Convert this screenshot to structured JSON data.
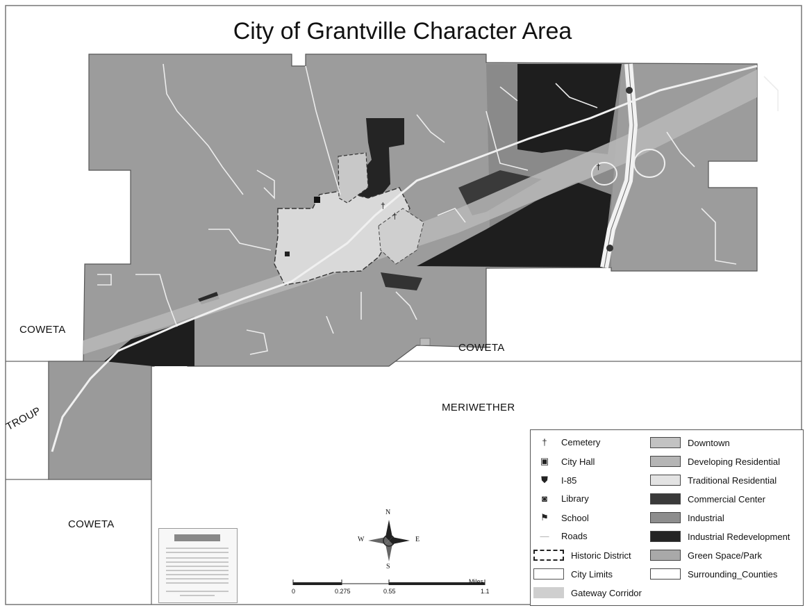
{
  "title": "City of Grantville Character Area",
  "counties": {
    "coweta_west": "COWETA",
    "coweta_center": "COWETA",
    "coweta_south": "COWETA",
    "troup": "TROUP",
    "meriwether": "MERIWETHER"
  },
  "legend": {
    "points": [
      {
        "label": "Cemetery",
        "icon": "cemetery-icon",
        "glyph": "†"
      },
      {
        "label": "City Hall",
        "icon": "city-hall-icon",
        "glyph": "▣"
      },
      {
        "label": "I-85",
        "icon": "interstate-shield-icon",
        "glyph": "⛊"
      },
      {
        "label": "Library",
        "icon": "library-icon",
        "glyph": "◙"
      },
      {
        "label": "School",
        "icon": "school-icon",
        "glyph": "⚑"
      },
      {
        "label": "Roads",
        "icon": "road-line-icon",
        "glyph": "―"
      }
    ],
    "lines": [
      {
        "label": "Historic District",
        "fill": "#ffffff",
        "border": "#222222",
        "dashed": true
      },
      {
        "label": "City Limits",
        "fill": "#ffffff",
        "border": "#555555",
        "dashed": false
      },
      {
        "label": "Gateway Corridor",
        "fill": "#cfcfcf",
        "border": "#cfcfcf",
        "dashed": false
      }
    ],
    "areas": [
      {
        "label": "Downtown",
        "fill": "#c2c2c2"
      },
      {
        "label": "Developing Residential",
        "fill": "#b5b5b5"
      },
      {
        "label": "Traditional Residential",
        "fill": "#e3e3e3"
      },
      {
        "label": "Commercial Center",
        "fill": "#3a3a3a"
      },
      {
        "label": "Industrial",
        "fill": "#8d8d8d"
      },
      {
        "label": "Industrial Redevelopment",
        "fill": "#242424"
      },
      {
        "label": "Green Space/Park",
        "fill": "#a9a9a9"
      },
      {
        "label": "Surrounding_Counties",
        "fill": "#ffffff"
      }
    ]
  },
  "compass": {
    "n": "N",
    "s": "S",
    "e": "E",
    "w": "W"
  },
  "scale": {
    "ticks": [
      "0",
      "0.275",
      "0.55",
      "1.1"
    ],
    "unit": "Miles"
  },
  "colors": {
    "city_fill": "#9c9c9c",
    "dark_area": "#1e1e1e",
    "downtown": "#d8d8d8",
    "road": "#e8e8e8"
  }
}
